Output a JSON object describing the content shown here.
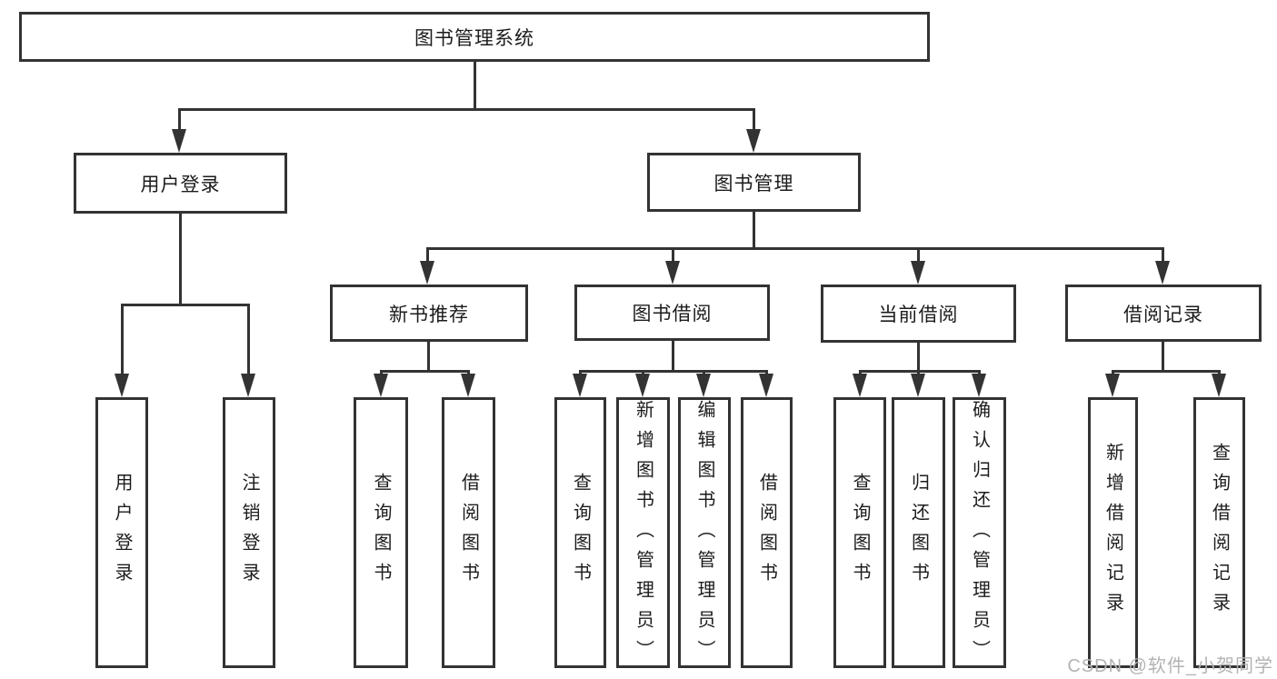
{
  "diagram": {
    "title": "图书管理系统",
    "root": {
      "label": "图书管理系统"
    },
    "branches": [
      {
        "label": "用户登录",
        "children": [
          "用户登录",
          "注销登录"
        ]
      },
      {
        "label": "图书管理",
        "sections": [
          {
            "label": "新书推荐",
            "children": [
              "查询图书",
              "借阅图书"
            ]
          },
          {
            "label": "图书借阅",
            "children": [
              "查询图书",
              "新增图书（管理员）",
              "编辑图书（管理员）",
              "借阅图书"
            ]
          },
          {
            "label": "当前借阅",
            "children": [
              "查询图书",
              "归还图书",
              "确认归还（管理员）"
            ]
          },
          {
            "label": "借阅记录",
            "children": [
              "新增借阅记录",
              "查询借阅记录"
            ]
          }
        ]
      }
    ]
  },
  "watermark": "CSDN @软件_小贺同学",
  "colors": {
    "line": "#333333",
    "text": "#1c1c1c",
    "watermark": "#b3b3b3",
    "background": "#ffffff"
  }
}
